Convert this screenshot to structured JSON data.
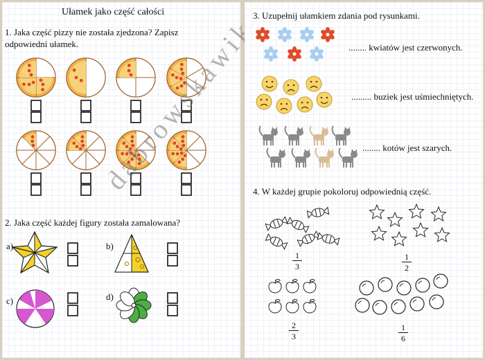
{
  "left": {
    "title": "Ułamek jako część całości",
    "q1_line1": "1. Jaka część pizzy nie została zjedzona? Zapisz",
    "q1_line2": "odpowiedni ułamek.",
    "q2": "2. Jaka część każdej figury została zamalowana?",
    "labels": [
      "a)",
      "b)",
      "c)",
      "d)"
    ]
  },
  "right": {
    "q3": "3. Uzupełnij ułamkiem zdania pod rysunkami.",
    "s1": "........ kwiatów jest czerwonych.",
    "s2": "......... buziek jest uśmiechniętych.",
    "s3": "........ kotów jest szarych.",
    "q4": "4. W każdej grupie pokoloruj odpowiednią część.",
    "fractions": [
      {
        "num": "1",
        "den": "3"
      },
      {
        "num": "1",
        "den": "2"
      },
      {
        "num": "2",
        "den": "3"
      },
      {
        "num": "1",
        "den": "6"
      }
    ]
  },
  "watermark": "dabrowskawika",
  "colors": {
    "pizza": "#f2b04c",
    "sauce": "#e2452a",
    "yellow": "#f2d22c",
    "pink": "#d757d0",
    "green": "#4caf45",
    "red_flower": "#e04b28",
    "blue_flower": "#a9cdf2",
    "gray_cat": "#8a8a8a",
    "tan_cat": "#d9bc96"
  }
}
